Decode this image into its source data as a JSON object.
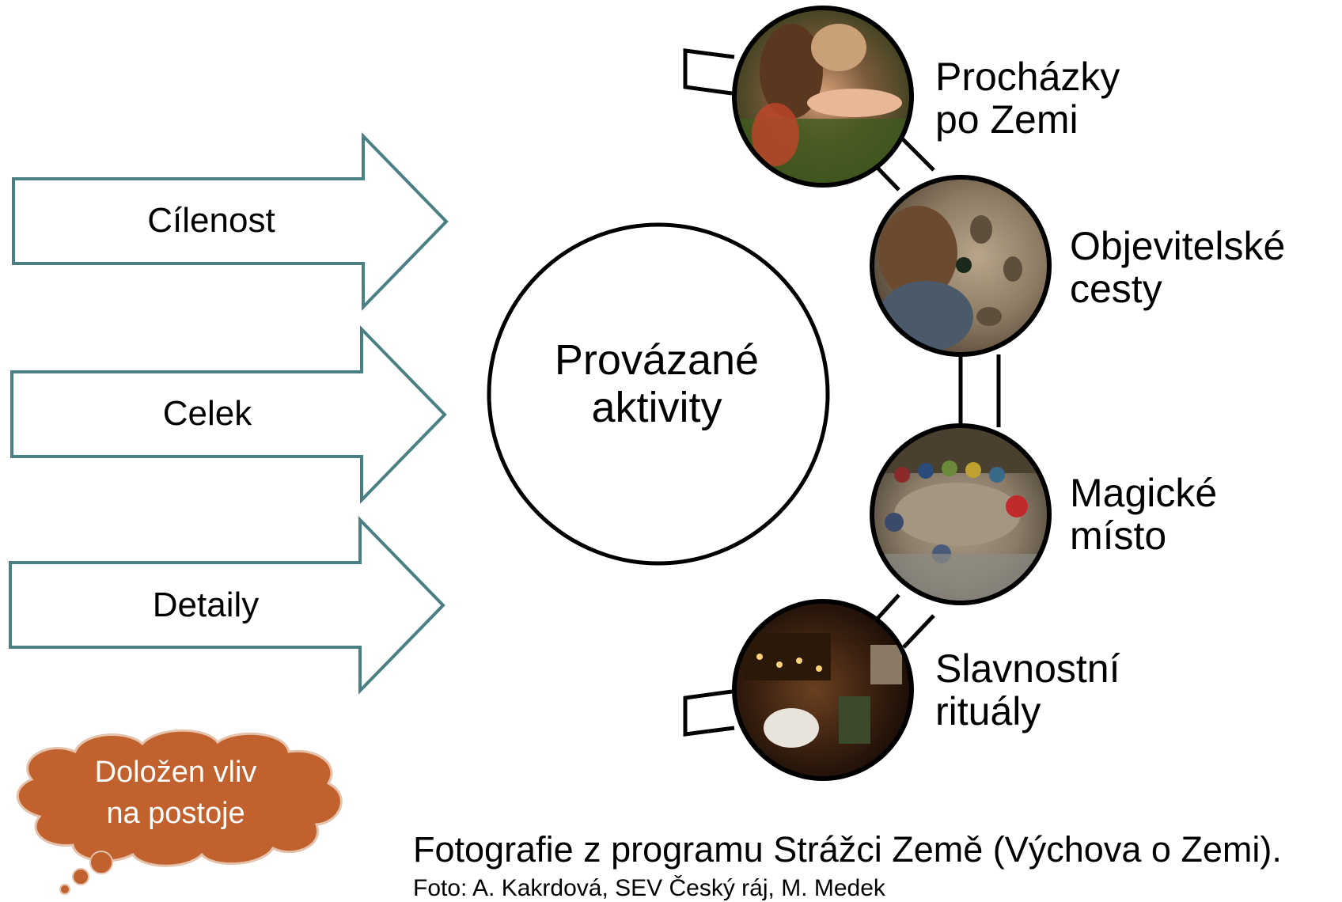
{
  "arrows": [
    {
      "label": "Cílenost"
    },
    {
      "label": "Celek"
    },
    {
      "label": "Detaily"
    }
  ],
  "center": {
    "line1": "Provázané",
    "line2": "aktivity"
  },
  "activities": [
    {
      "line1": "Procházky",
      "line2": "po Zemi",
      "photo": "children-looking-at-hands-photo"
    },
    {
      "line1": "Objevitelské",
      "line2": "cesty",
      "photo": "girl-with-magnifier-at-rock-photo"
    },
    {
      "line1": "Magické",
      "line2": "místo",
      "photo": "group-sitting-in-circle-photo"
    },
    {
      "line1": "Slavnostní",
      "line2": "rituály",
      "photo": "candlelit-room-photo"
    }
  ],
  "cloud": {
    "line1": "Doložen vliv",
    "line2": "na postoje"
  },
  "caption": "Fotografie z programu Strážci Země (Výchova o Zemi).",
  "credit": "Foto: A. Kakrdová, SEV Český ráj, M. Medek",
  "colors": {
    "arrow_stroke": "#4A7F84",
    "cloud_fill": "#C0612E",
    "cloud_stroke": "#E4C2AC"
  }
}
